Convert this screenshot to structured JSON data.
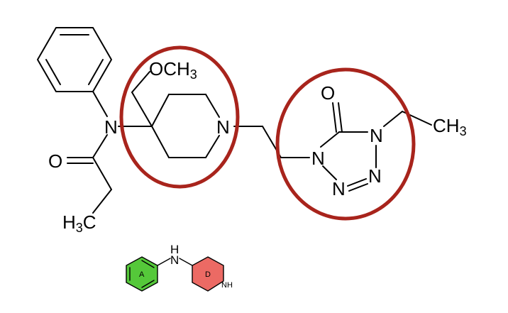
{
  "colors": {
    "highlight": "#a8241c",
    "ring_a": "#55c83a",
    "ring_d": "#ec6a64",
    "bond": "#000000"
  },
  "molecule": {
    "atoms": {
      "o_ketone": "O",
      "n_anilide": "N",
      "och3_o": "OCH",
      "och3_sub": "3",
      "n_piperidine": "N",
      "o_tetrazolone": "O",
      "n1_tetrazole": "N",
      "n4_tetrazole": "N",
      "n2_tetrazole": "N",
      "n3_tetrazole": "N",
      "ch3_ethyl": "CH",
      "ch3_ethyl_sub": "3",
      "h3c_h": "H",
      "h3c_sub": "3",
      "h3c_c": "C"
    }
  },
  "fragment": {
    "ring_a_label": "A",
    "ring_d_label": "D",
    "nh_label": "NH",
    "linker_h": "H",
    "linker_n": "N"
  }
}
